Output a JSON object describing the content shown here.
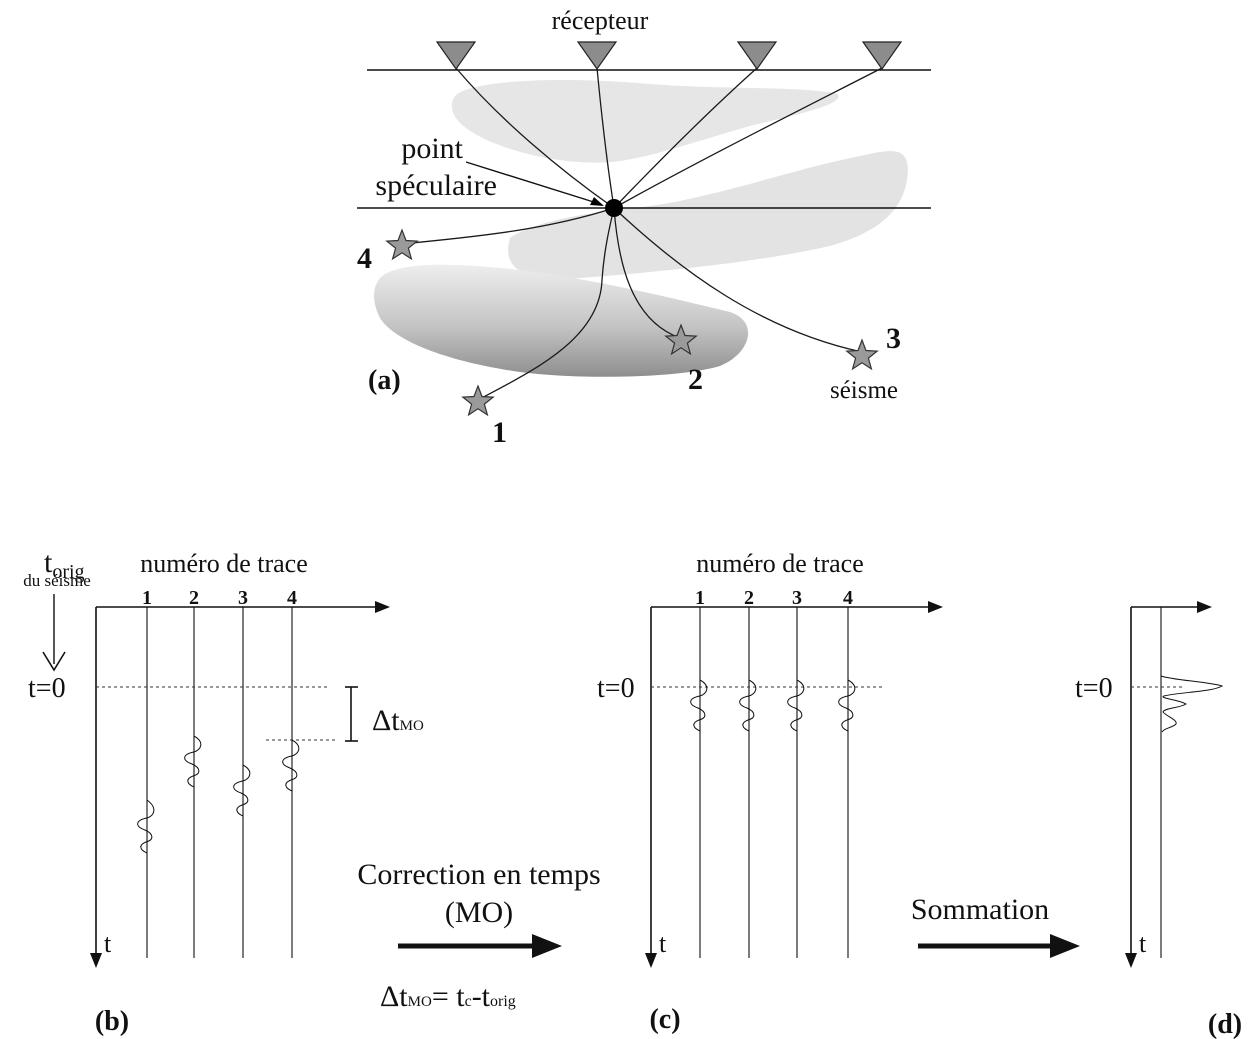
{
  "panel_a": {
    "receiver_label": "récepteur",
    "specular_line1": "point",
    "specular_line2": "spéculaire",
    "quake_label": "séisme",
    "panel_tag": "(a)",
    "sources": [
      "1",
      "2",
      "3",
      "4"
    ]
  },
  "panel_b": {
    "t_orig_main": "t",
    "t_orig_sub": "orig",
    "t_orig_caption": "du séisme",
    "axis_title": "numéro de trace",
    "trace_numbers": [
      "1",
      "2",
      "3",
      "4"
    ],
    "t0_label": "t=0",
    "delta_main": "Δt",
    "delta_sub": "MO",
    "t_axis": "t",
    "panel_tag": "(b)"
  },
  "correction": {
    "line1": "Correction en temps",
    "line2": "(MO)",
    "eq_delta": "Δt",
    "eq_mo": "MO",
    "eq_mid": "= t",
    "eq_c": "c",
    "eq_dash": "-t",
    "eq_orig": "orig"
  },
  "panel_c": {
    "axis_title": "numéro de trace",
    "trace_numbers": [
      "1",
      "2",
      "3",
      "4"
    ],
    "t0_label": "t=0",
    "t_axis": "t",
    "panel_tag": "(c)"
  },
  "sommation": {
    "label": "Sommation"
  },
  "panel_d": {
    "t0_label": "t=0",
    "t_axis": "t",
    "panel_tag": "(d)"
  },
  "colors": {
    "ink": "#111111",
    "triangle": "#8c8c8c",
    "star": "#9a9a9a",
    "body_light": "#e6e6e6",
    "body_dark": "#8e8e8e"
  }
}
